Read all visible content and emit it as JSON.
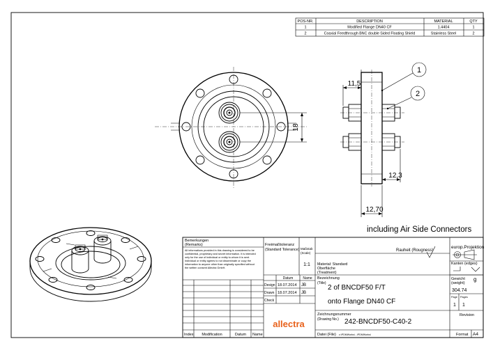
{
  "bom": {
    "headers": {
      "pos": "POS-NR.",
      "description": "DESCRIPTION",
      "material": "MATERIAL",
      "qty": "QTY"
    },
    "rows": [
      {
        "pos": "1",
        "description": "Modified Flange DN40 CF",
        "material": "1.4404",
        "qty": "1"
      },
      {
        "pos": "2",
        "description": "Coaxial Feedthrough BNC double Sided Floating Shield",
        "material": "Stainless Steel",
        "qty": "2"
      }
    ]
  },
  "dimensions": {
    "d18": "18",
    "d11_5": "11,5",
    "d12_3": "12,3",
    "d12_70": "12,70",
    "balloon1": "1",
    "balloon2": "2"
  },
  "note": "including Air Side Connectors",
  "title_block": {
    "remarks_title": "Bemerkungen",
    "remarks_sub": "(Remarks)",
    "disclaimer": [
      "All informations provided in this drawing is considered to be",
      "confidential, proprietary and secret information. It is intended",
      "only for the use of individual or entity to whom it is sent.",
      "Individual or entity agrees to not disseminate or copy the",
      "information to anyone other than originally specified without",
      "the written consent Allectra GmbH."
    ],
    "tolerance_title": "Freimaßtoleranz",
    "tolerance_sub": "(Standard Tolerance)",
    "scale_title": "Maßstab",
    "scale_sub": "(Scale)",
    "scale_value": "1:1",
    "material_line": "Material: Standard",
    "surface_title": "Oberfläche",
    "surface_sub": "(Treatment)",
    "roughness": "Rauheit (Rougness)",
    "projection": "europ.Projektion",
    "edges_title": "Kanten (edges)",
    "weight_title": "Gewicht",
    "weight_sub": "(weight)",
    "weight_unit": "g",
    "weight_value": "304.74",
    "sheet_label": "Page",
    "pages_label": "Pages",
    "sheet_value": "1",
    "pages_value": "1",
    "datum_header": "Datum",
    "name_header": "Name",
    "rows": [
      {
        "label": "Design",
        "date": "18.07.2014",
        "name": "JB"
      },
      {
        "label": "Drawn",
        "date": "18.07.2014",
        "name": "JB"
      },
      {
        "label": "Check",
        "date": "",
        "name": ""
      }
    ],
    "designation_title": "Bezeichnung",
    "designation_sub": "(Title)",
    "title_line1": "2 of BNCDF50 F/T",
    "title_line2": "onto Flange DN40 CF",
    "drawing_no_title": "Zeichnungsnummer",
    "drawing_no_sub": "(Drawing No.)",
    "drawing_no": "242-BNCDF50-C40-2",
    "revision_label": "Revision",
    "file_label": "Datei (File)",
    "file_path": "c:\\PDMWorks\\...\\PDMWorks\\",
    "format_label": "Format",
    "format_value": "A4",
    "logo": "allectra",
    "revision_footer": {
      "index": "Index",
      "modification": "Modification",
      "date": "Datum",
      "name": "Name"
    }
  }
}
